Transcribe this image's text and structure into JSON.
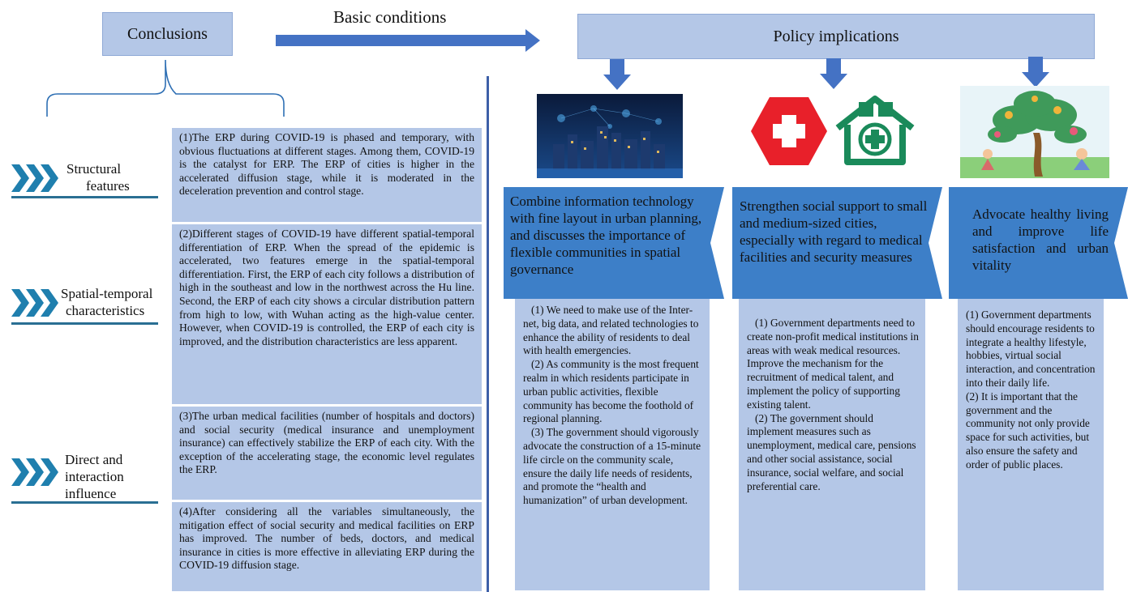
{
  "header": {
    "conclusions_label": "Conclusions",
    "basic_conditions_label": "Basic conditions",
    "policy_label": "Policy implications"
  },
  "features": [
    {
      "line1": "Structural",
      "line2": "features",
      "line3": ""
    },
    {
      "line1": "Spatial-temporal",
      "line2": "characteristics",
      "line3": ""
    },
    {
      "line1": "Direct and",
      "line2": "interaction",
      "line3": "influence"
    }
  ],
  "conclusions": [
    "(1)The ERP during COVID-19 is phased and temporary, with obvious fluctuations at different stages. Among them, COVID-19 is the catalyst for ERP. The ERP of cities is higher in the accelerated diffusion stage, while it is moderated in the deceleration prevention and control stage.",
    "(2)Different stages of COVID-19 have different spatial-temporal differentiation of ERP. When the spread of the epidemic is accelerated, two features emerge in the spatial-temporal differentiation. First, the ERP of each city follows a distribution of high in the southeast and low in the northwest across the Hu line. Second, the ERP of each city shows a circular distribution pattern from high to low, with Wuhan acting as the high-value center. However, when COVID-19 is controlled, the ERP of each city is improved, and the distribution characteristics are less apparent.",
    "(3)The urban medical facilities (number of hospitals and doctors) and social security (medical insurance and unemployment insurance) can effectively stabilize the ERP of each city. With the exception of the accelerating stage, the economic level regulates the ERP.",
    "(4)After considering all the variables simultaneously, the mitigation effect of social security and medical facilities on ERP has improved. The number of beds, doctors, and medical insurance in cities is more effective in alleviating ERP during the COVID-19 diffusion stage."
  ],
  "policies": [
    {
      "title": "Combine information technology with fine layout in urban planning, and discusses the importance of flexible communities in spatial governance",
      "points": [
        "(1)  We need to make use of the Inter-net, big data, and related technologies to enhance the ability of residents to deal with health emergencies.",
        "(2)  As community is the most frequent realm in which residents participate in urban public activities, flexible community has become the foothold of regional planning.",
        "(3)  The government should vigorously advocate the construction of a 15-minute life circle on the community scale, ensure the daily life needs of residents, and promote the “health and humanization” of urban development."
      ]
    },
    {
      "title": "Strengthen social support to small and medium-sized cities, especially with regard to medical facilities and security measures",
      "points": [
        "(1)  Government departments need to create non-profit medical institutions in areas with weak medical resources. Improve the mechanism for the recruitment of medical talent, and implement the policy of supporting existing talent.",
        "(2)  The government should implement measures such as unemployment, medical care, pensions and other social assistance, social insurance, social welfare, and social preferential care."
      ]
    },
    {
      "title": "Advocate healthy living and improve life satisfaction and urban vitality",
      "points": [
        "(1) Government departments should encourage residents to integrate a healthy lifestyle, hobbies, virtual social interaction, and concentration into their daily life.",
        "(2) It is important that the government and the community not only provide space for such activities, but also ensure the safety and order of public places."
      ]
    }
  ],
  "colors": {
    "light_blue": "#b4c7e7",
    "banner_blue": "#3d7fc8",
    "arrow_blue": "#4472c4",
    "teal": "#2a7fa8",
    "red_cross": "#e8202a",
    "green_hospital": "#1a8a5a"
  },
  "icons": [
    "chevron-triple-icon",
    "smart-city-image",
    "red-cross-icon",
    "hospital-icon",
    "healthy-living-tree-image"
  ]
}
